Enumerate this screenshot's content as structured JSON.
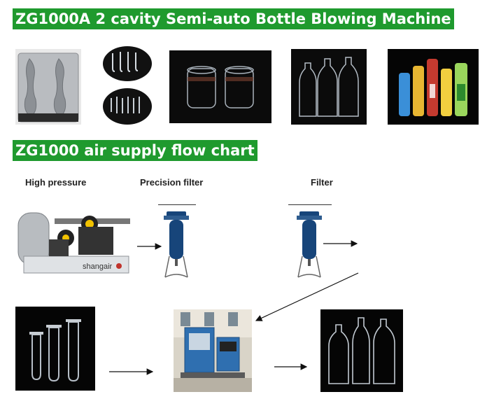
{
  "header": {
    "title": "ZG1000A 2 cavity Semi-auto Bottle Blowing Machine"
  },
  "flow": {
    "title": "ZG1000 air supply flow chart",
    "labels": {
      "high_pressure": "High pressure",
      "precision_filter": "Precision filter",
      "filter": "Filter"
    },
    "compressor_brand": "shangair"
  },
  "colors": {
    "banner_green": "#1f9a2e",
    "filter_blue": "#17457a",
    "machine_blue": "#2f6fb0"
  }
}
